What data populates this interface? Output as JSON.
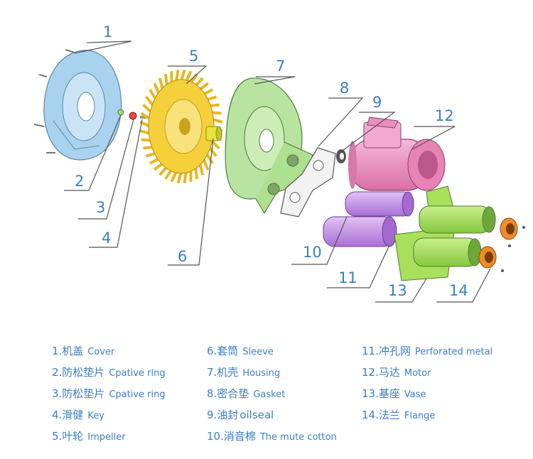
{
  "callouts": [
    "1",
    "2",
    "3",
    "4",
    "5",
    "6",
    "7",
    "8",
    "9",
    "10",
    "11",
    "12",
    "13",
    "14"
  ],
  "legend": [
    {
      "zh": "1.机盖",
      "en": "Cover"
    },
    {
      "zh": "2.防松垫片",
      "en": "Cpative ring"
    },
    {
      "zh": "3.防松垫片",
      "en": "Cpative ring"
    },
    {
      "zh": "4.滑健",
      "en": "Key"
    },
    {
      "zh": "5.叶轮",
      "en": "Impeller"
    },
    {
      "zh": "6.套筒",
      "en": "Sleeve"
    },
    {
      "zh": "7.机壳",
      "en": "Housing"
    },
    {
      "zh": "8.密合垫",
      "en": "Gasket"
    },
    {
      "zh": "9.油封",
      "en": "oilseal"
    },
    {
      "zh": "10.消音棉",
      "en": "The mute cotton"
    },
    {
      "zh": "11.冲孔网",
      "en": "Perforated metal"
    },
    {
      "zh": "12.马达",
      "en": "Motor"
    },
    {
      "zh": "13.基座",
      "en": "Vase"
    },
    {
      "zh": "14.法兰",
      "en": "Flange"
    }
  ],
  "colors": {
    "label": "#3b7ec4",
    "leader": "#555555",
    "cover": "#a9d2ee",
    "impeller": "#f5d03a",
    "housing": "#b8e3a0",
    "gasket": "#f2f2f2",
    "motor": "#ec8fc0",
    "cotton": "#c58fe6",
    "base": "#a8e05c",
    "flange": "#f08a2a"
  }
}
